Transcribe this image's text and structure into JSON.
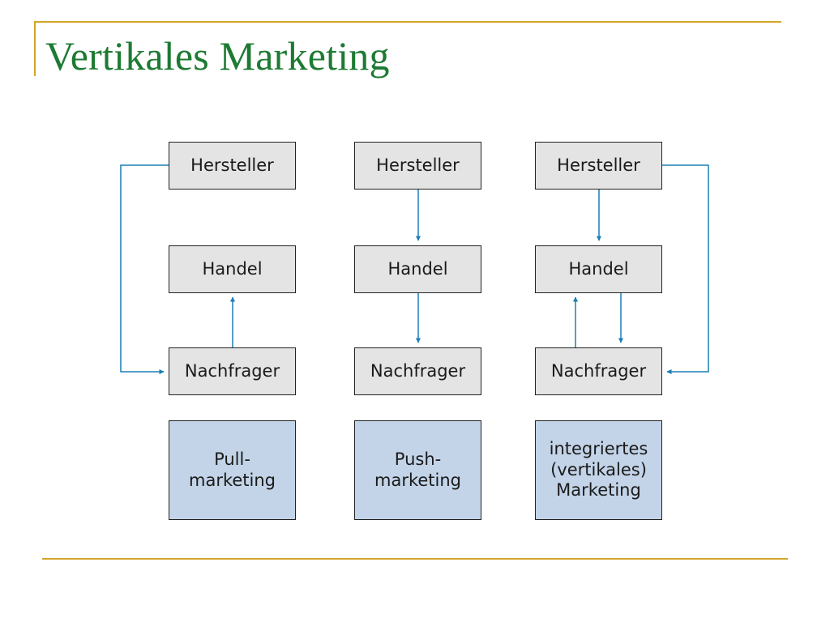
{
  "slide": {
    "title": "Vertikales Marketing"
  },
  "diagram": {
    "columns": [
      {
        "hersteller": "Hersteller",
        "handel": "Handel",
        "nachfrager": "Nachfrager",
        "result": "Pull-\nmarketing"
      },
      {
        "hersteller": "Hersteller",
        "handel": "Handel",
        "nachfrager": "Nachfrager",
        "result": "Push-\nmarketing"
      },
      {
        "hersteller": "Hersteller",
        "handel": "Handel",
        "nachfrager": "Nachfrager",
        "result": "integriertes\n(vertikales)\nMarketing"
      }
    ],
    "colors": {
      "arrow": "#1a7fb5",
      "title": "#1d7a33",
      "accent_rule": "#d4a52a",
      "box_gray": "#e4e4e4",
      "box_blue": "#c3d4e8"
    }
  }
}
